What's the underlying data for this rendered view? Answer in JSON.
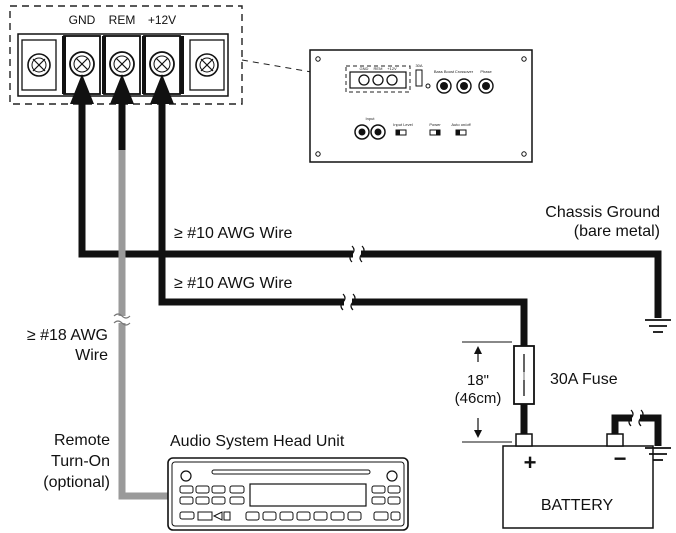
{
  "terminal_labels": {
    "gnd": "GND",
    "rem": "REM",
    "pwr": "+12V"
  },
  "wires": {
    "ground": "≥ #10 AWG Wire",
    "power": "≥ #10 AWG Wire",
    "remote_line1": "≥ #18 AWG",
    "remote_line2": "Wire"
  },
  "chassis": {
    "line1": "Chassis Ground",
    "line2": "(bare metal)"
  },
  "fuse": {
    "label": "30A Fuse",
    "dist_line1": "18\"",
    "dist_line2": "(46cm)"
  },
  "remote": {
    "line1": "Remote",
    "line2": "Turn-On",
    "line3": "(optional)"
  },
  "head_unit": {
    "title": "Audio System Head Unit"
  },
  "battery": {
    "label": "BATTERY",
    "plus": "+",
    "minus": "−"
  },
  "panel": {
    "term_labels": [
      "GND",
      "REM",
      "+12V"
    ],
    "fuse_label": "30A",
    "knob_labels": [
      "Bass Boost",
      "Crossover",
      "Phase"
    ],
    "input_label": "Input",
    "switch_labels": [
      "Input Level",
      "Power",
      "Auto on/off"
    ]
  }
}
